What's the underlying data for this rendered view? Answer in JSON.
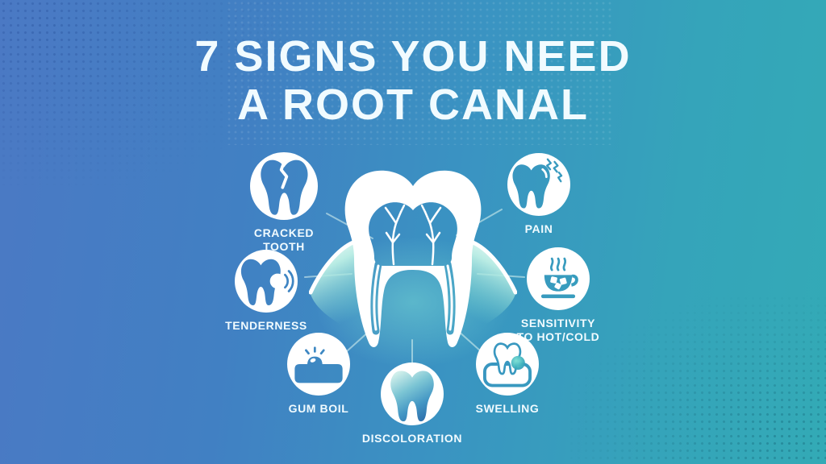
{
  "title": {
    "line1": "7 SIGNS YOU NEED",
    "line2": "A ROOT CANAL"
  },
  "center": {
    "illustration": "tooth-cross-section-with-gums"
  },
  "signs": [
    {
      "id": "cracked-tooth",
      "label_line1": "CRACKED",
      "label_line2": "TOOTH",
      "icon": "cracked-tooth-icon"
    },
    {
      "id": "pain",
      "label_line1": "PAIN",
      "icon": "pain-lightning-tooth-icon"
    },
    {
      "id": "tenderness",
      "label_line1": "TENDERNESS",
      "icon": "tender-tooth-pressure-icon"
    },
    {
      "id": "sensitivity",
      "label_line1": "SENSITIVITY",
      "label_line2": "TO HOT/COLD",
      "icon": "hot-cold-cup-icon"
    },
    {
      "id": "gum-boil",
      "label_line1": "GUM BOIL",
      "icon": "gum-boil-icon"
    },
    {
      "id": "discoloration",
      "label_line1": "DISCOLORATION",
      "icon": "discolored-tooth-icon"
    },
    {
      "id": "swelling",
      "label_line1": "SWELLING",
      "icon": "swollen-gum-tooth-icon"
    }
  ],
  "colors": {
    "background_left": "#4b79c4",
    "background_right": "#33aab6",
    "icon_circle": "#ffffff",
    "text": "#f1fbff",
    "gum_glow": "#82e6d7",
    "discolored_tooth_dark": "#2e6fab"
  }
}
